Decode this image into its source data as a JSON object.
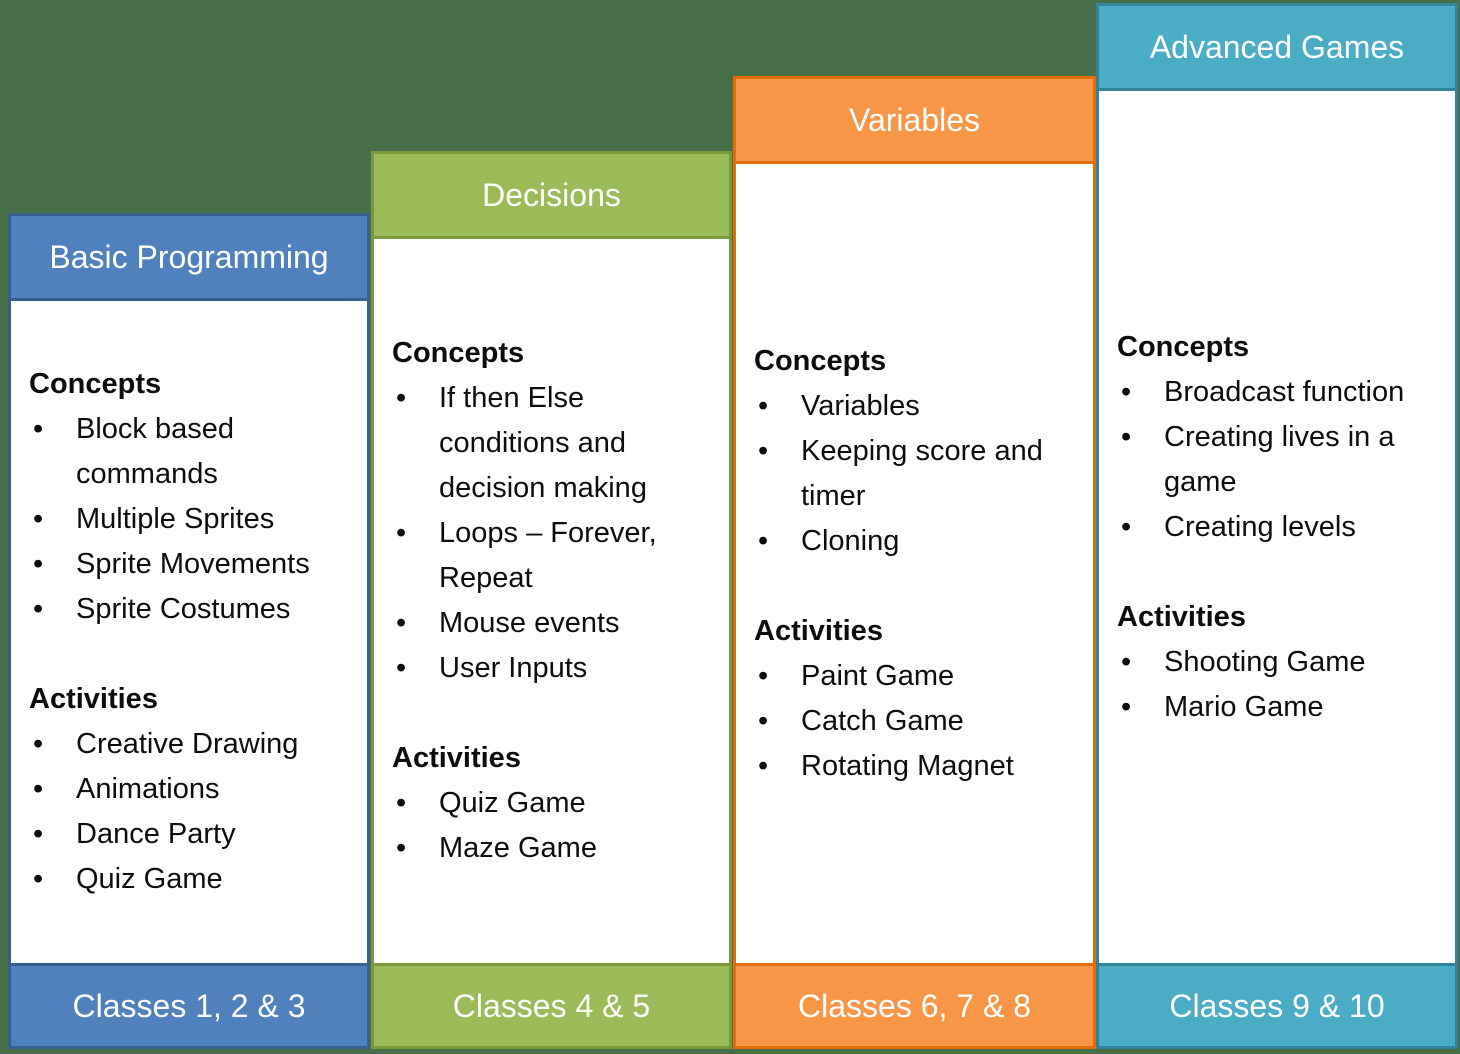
{
  "page": {
    "background_color": "#477049",
    "text_color": "#0d0d0d"
  },
  "columns": [
    {
      "title": "Basic Programming",
      "classes_label": "Classes 1, 2 & 3",
      "fill_color": "#4F81BD",
      "border_color": "#36608F",
      "concepts_heading": "Concepts",
      "concepts": [
        "Block based commands",
        "Multiple Sprites",
        "Sprite Movements",
        "Sprite Costumes"
      ],
      "activities_heading": "Activities",
      "activities": [
        "Creative Drawing",
        "Animations",
        "Dance Party",
        "Quiz Game"
      ]
    },
    {
      "title": "Decisions",
      "classes_label": "Classes 4 & 5",
      "fill_color": "#9BBB59",
      "border_color": "#79993B",
      "concepts_heading": "Concepts",
      "concepts": [
        "If then Else conditions and decision making",
        "Loops – Forever, Repeat",
        "Mouse events",
        "User Inputs"
      ],
      "activities_heading": "Activities",
      "activities": [
        "Quiz Game",
        "Maze Game"
      ]
    },
    {
      "title": "Variables",
      "classes_label": "Classes 6, 7 & 8",
      "fill_color": "#F79646",
      "border_color": "#E36C0A",
      "concepts_heading": "Concepts",
      "concepts": [
        "Variables",
        "Keeping score and timer",
        "Cloning"
      ],
      "activities_heading": "Activities",
      "activities": [
        "Paint Game",
        "Catch Game",
        "Rotating Magnet"
      ]
    },
    {
      "title": "Advanced Games",
      "classes_label": "Classes 9 & 10",
      "fill_color": "#4BACC6",
      "border_color": "#31849B",
      "concepts_heading": "Concepts",
      "concepts": [
        "Broadcast function",
        "Creating lives in a game",
        "Creating levels"
      ],
      "activities_heading": "Activities",
      "activities": [
        "Shooting Game",
        "Mario Game"
      ]
    }
  ]
}
